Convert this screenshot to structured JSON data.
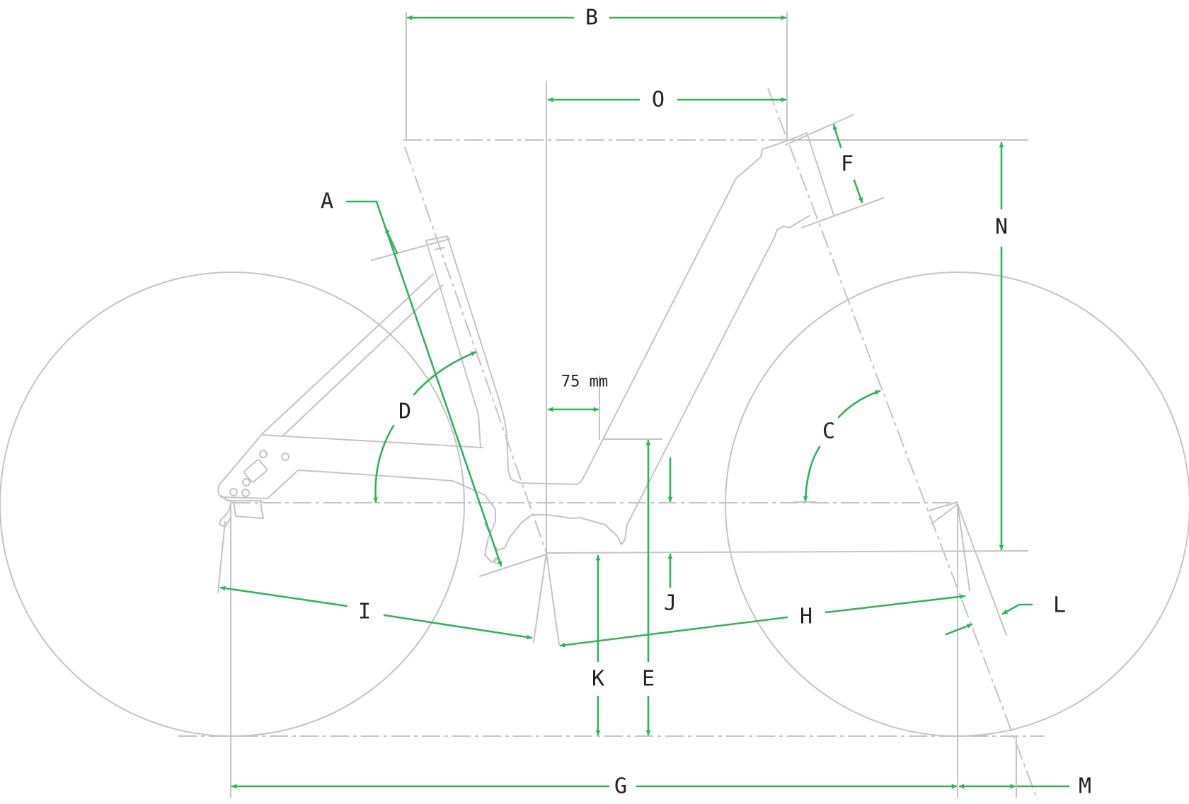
{
  "diagram": {
    "labels": {
      "A": "A",
      "B": "B",
      "C": "C",
      "D": "D",
      "E": "E",
      "F": "F",
      "G": "G",
      "H": "H",
      "I": "I",
      "J": "J",
      "K": "K",
      "L": "L",
      "M": "M",
      "N": "N",
      "O": "O"
    },
    "offset_note": "75 mm"
  },
  "colors": {
    "dimension": "#2fb457",
    "geometry": "#c4c4c4",
    "text": "#222222",
    "background": "#ffffff"
  }
}
